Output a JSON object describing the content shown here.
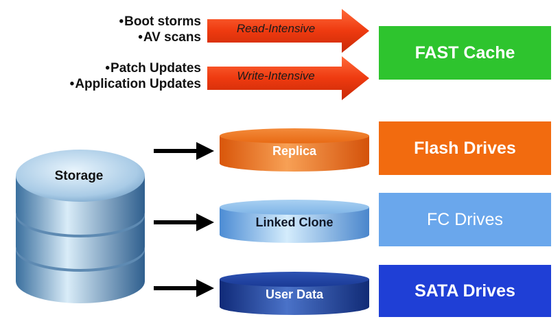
{
  "read_bullets": [
    "Boot storms",
    "AV scans"
  ],
  "write_bullets": [
    "Patch Updates",
    "Application Updates"
  ],
  "arrows": {
    "read_label": "Read-Intensive",
    "write_label": "Write-Intensive"
  },
  "storage_label": "Storage",
  "disks": {
    "replica": "Replica",
    "linked_clone": "Linked Clone",
    "user_data": "User Data"
  },
  "tiers": {
    "fast_cache": "FAST Cache",
    "flash": "Flash Drives",
    "fc": "FC Drives",
    "sata": "SATA Drives"
  },
  "colors": {
    "fast_cache": "#2ec42e",
    "flash": "#f26b0f",
    "fc": "#6aa7ec",
    "sata": "#1f3fd6",
    "arrow_red": "#e8340c",
    "replica_disk": "#f07a20",
    "linked_disk": "#8ec0ec",
    "user_disk": "#1c3e9c"
  }
}
